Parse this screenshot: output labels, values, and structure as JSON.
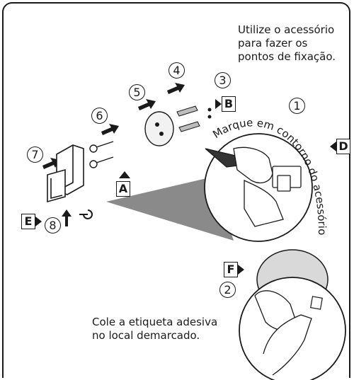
{
  "top_note": "Utilize o acessório\npara fazer os\npontos de fixação.",
  "bottom_note": "Cole a etiqueta adesiva\nno local demarcado.",
  "mark_instruction": "Marque em contorno do acessório.",
  "steps": [
    "1",
    "2",
    "3",
    "4",
    "5",
    "6",
    "7",
    "8"
  ],
  "labels": {
    "A": "A",
    "B": "B",
    "D": "D",
    "E": "E",
    "F": "F"
  },
  "colors": {
    "ink": "#1a1a1a",
    "shade": "#8a8a8a",
    "light": "#d9d9d9"
  }
}
